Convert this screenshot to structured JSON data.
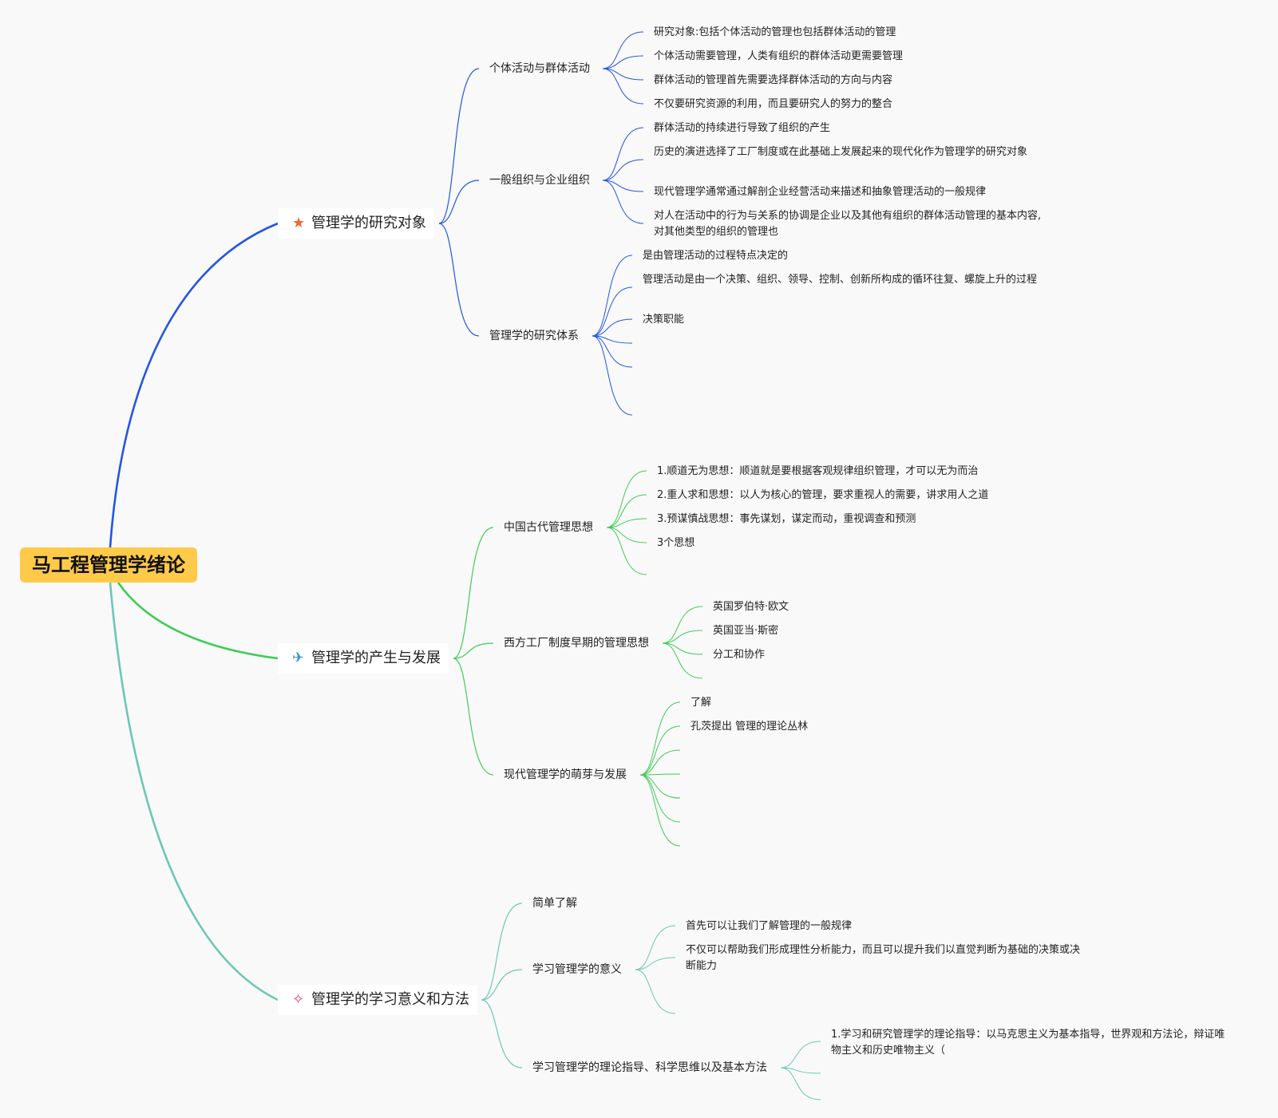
{
  "root": {
    "label": "马工程管理学绪论"
  },
  "colors": {
    "root_bg": "#ffc94a",
    "branch1": "#2456e0",
    "branch2": "#3ccc55",
    "branch3": "#6cc7b4"
  },
  "branches": [
    {
      "label": "管理学的研究对象",
      "icon": "star-icon",
      "children": [
        {
          "label": "个体活动与群体活动",
          "leaves": [
            "研究对象:包括个体活动的管理也包括群体活动的管理",
            "个体活动需要管理，人类有组织的群体活动更需要管理",
            "群体活动的管理首先需要选择群体活动的方向与内容",
            "不仅要研究资源的利用，而且要研究人的努力的整合"
          ]
        },
        {
          "label": "一般组织与企业组织",
          "leaves": [
            "群体活动的持续进行导致了组织的产生",
            "历史的演进选择了工厂制度或在此基础上发展起来的现代化作为管理学的研究对象",
            "现代管理学通常通过解剖企业经营活动来描述和抽象管理活动的一般规律",
            "对人在活动中的行为与关系的协调是企业以及其他有组织的群体活动管理的基本内容,对其他类型的组织的管理也"
          ]
        },
        {
          "label": "管理学的研究体系",
          "leaves": [
            "是由管理活动的过程特点决定的",
            "管理活动是由一个决策、组织、领导、控制、创新所构成的循环往复、螺旋上升的过程",
            "决策职能",
            "",
            "",
            ""
          ]
        }
      ]
    },
    {
      "label": "管理学的产生与发展",
      "icon": "paper-plane-icon",
      "children": [
        {
          "label": "中国古代管理思想",
          "leaves": [
            "1.顺道无为思想：顺道就是要根据客观规律组织管理，才可以无为而治",
            "2.重人求和思想：以人为核心的管理，要求重视人的需要，讲求用人之道",
            "3.预谋慎战思想：事先谋划，谋定而动，重视调查和预测",
            "3个思想",
            ""
          ]
        },
        {
          "label": "西方工厂制度早期的管理思想",
          "leaves": [
            "英国罗伯特·欧文",
            "英国亚当·斯密",
            "分工和协作",
            ""
          ]
        },
        {
          "label": "现代管理学的萌芽与发展",
          "leaves": [
            "了解",
            "孔茨提出 管理的理论丛林",
            "",
            "",
            "",
            "",
            ""
          ]
        }
      ]
    },
    {
      "label": "管理学的学习意义和方法",
      "icon": "magic-wand-icon",
      "children": [
        {
          "label": "简单了解",
          "leaves": []
        },
        {
          "label": "学习管理学的意义",
          "leaves": [
            "首先可以让我们了解管理的一般规律",
            "不仅可以帮助我们形成理性分析能力，而且可以提升我们以直觉判断为基础的决策或决断能力",
            ""
          ]
        },
        {
          "label": "学习管理学的理论指导、科学思维以及基本方法",
          "leaves": [
            "1.学习和研究管理学的理论指导：以马克思主义为基本指导，世界观和方法论，辩证唯物主义和历史唯物主义（",
            "",
            ""
          ]
        }
      ]
    }
  ]
}
